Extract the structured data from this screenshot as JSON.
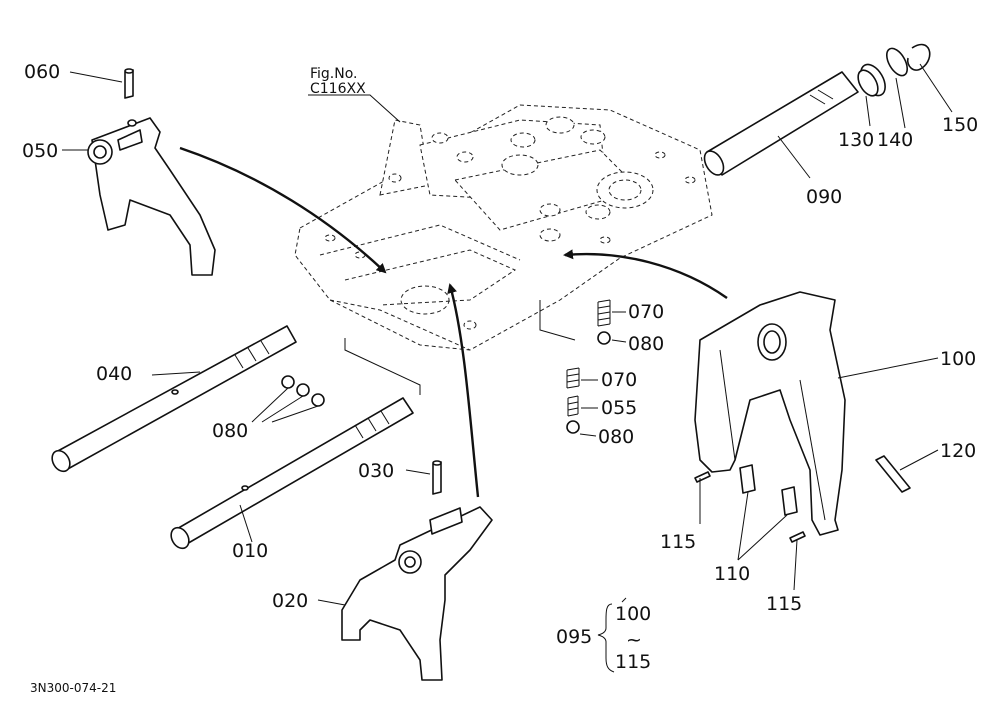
{
  "figure_ref": {
    "line1": "Fig.No.",
    "line2": "C116XX"
  },
  "footer_code": "3N300-074-21",
  "callouts": {
    "p010": "010",
    "p020": "020",
    "p030": "030",
    "p040": "040",
    "p050": "050",
    "p055": "055",
    "p060": "060",
    "p070a": "070",
    "p070b": "070",
    "p080a": "080",
    "p080b": "080",
    "p080c": "080",
    "p090": "090",
    "p100": "100",
    "p110": "110",
    "p115a": "115",
    "p115b": "115",
    "p120": "120",
    "p130": "130",
    "p140": "140",
    "p150": "150"
  },
  "assembly_group": {
    "label": "095",
    "range_start": "100",
    "range_sep": "~",
    "range_end": "115"
  }
}
